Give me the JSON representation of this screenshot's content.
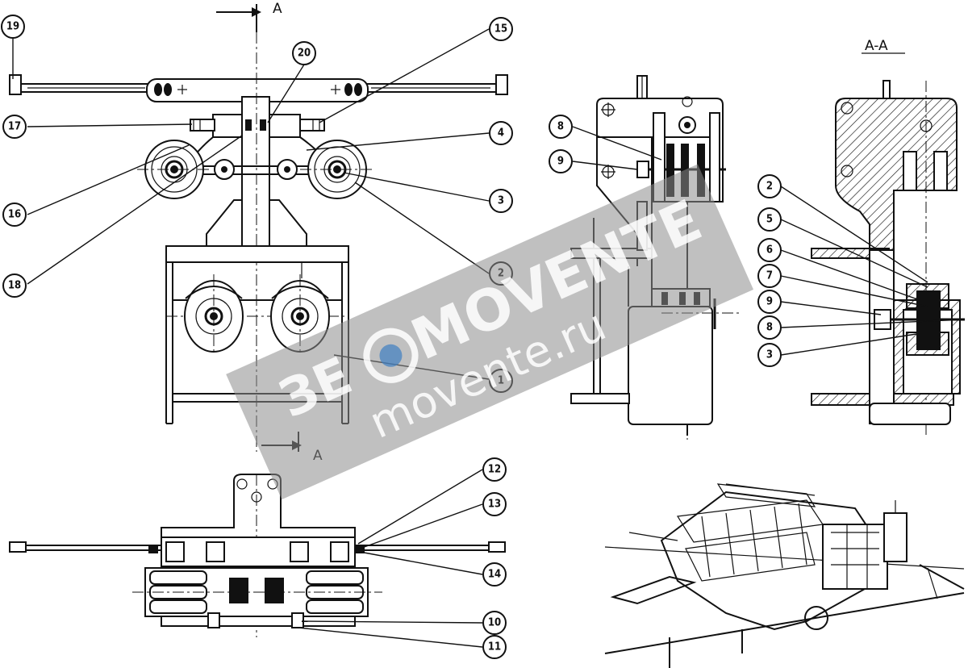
{
  "section_marks": {
    "top": "A",
    "bottom": "A"
  },
  "section_title": "A-A",
  "callouts": {
    "front": [
      {
        "id": "c19",
        "label": "19"
      },
      {
        "id": "c20",
        "label": "20"
      },
      {
        "id": "c15",
        "label": "15"
      },
      {
        "id": "c17",
        "label": "17"
      },
      {
        "id": "c4",
        "label": "4"
      },
      {
        "id": "c16",
        "label": "16"
      },
      {
        "id": "c3",
        "label": "3"
      },
      {
        "id": "c18",
        "label": "18"
      },
      {
        "id": "c2",
        "label": "2"
      },
      {
        "id": "c1",
        "label": "1"
      }
    ],
    "side": [
      {
        "id": "s8",
        "label": "8"
      },
      {
        "id": "s9",
        "label": "9"
      }
    ],
    "section": [
      {
        "id": "a2",
        "label": "2"
      },
      {
        "id": "a5",
        "label": "5"
      },
      {
        "id": "a6",
        "label": "6"
      },
      {
        "id": "a7",
        "label": "7"
      },
      {
        "id": "a9",
        "label": "9"
      },
      {
        "id": "a8",
        "label": "8"
      },
      {
        "id": "a3",
        "label": "3"
      }
    ],
    "plan": [
      {
        "id": "p12",
        "label": "12"
      },
      {
        "id": "p13",
        "label": "13"
      },
      {
        "id": "p14",
        "label": "14"
      },
      {
        "id": "p10",
        "label": "10"
      },
      {
        "id": "p11",
        "label": "11"
      }
    ]
  },
  "watermark": {
    "brand": "MOVENTE",
    "domain": "movente.ru",
    "prefix": "ЗЕ",
    "colors": {
      "band": "#8c8c8c",
      "text": "#ffffff",
      "accent": "#3e7fc2"
    }
  }
}
